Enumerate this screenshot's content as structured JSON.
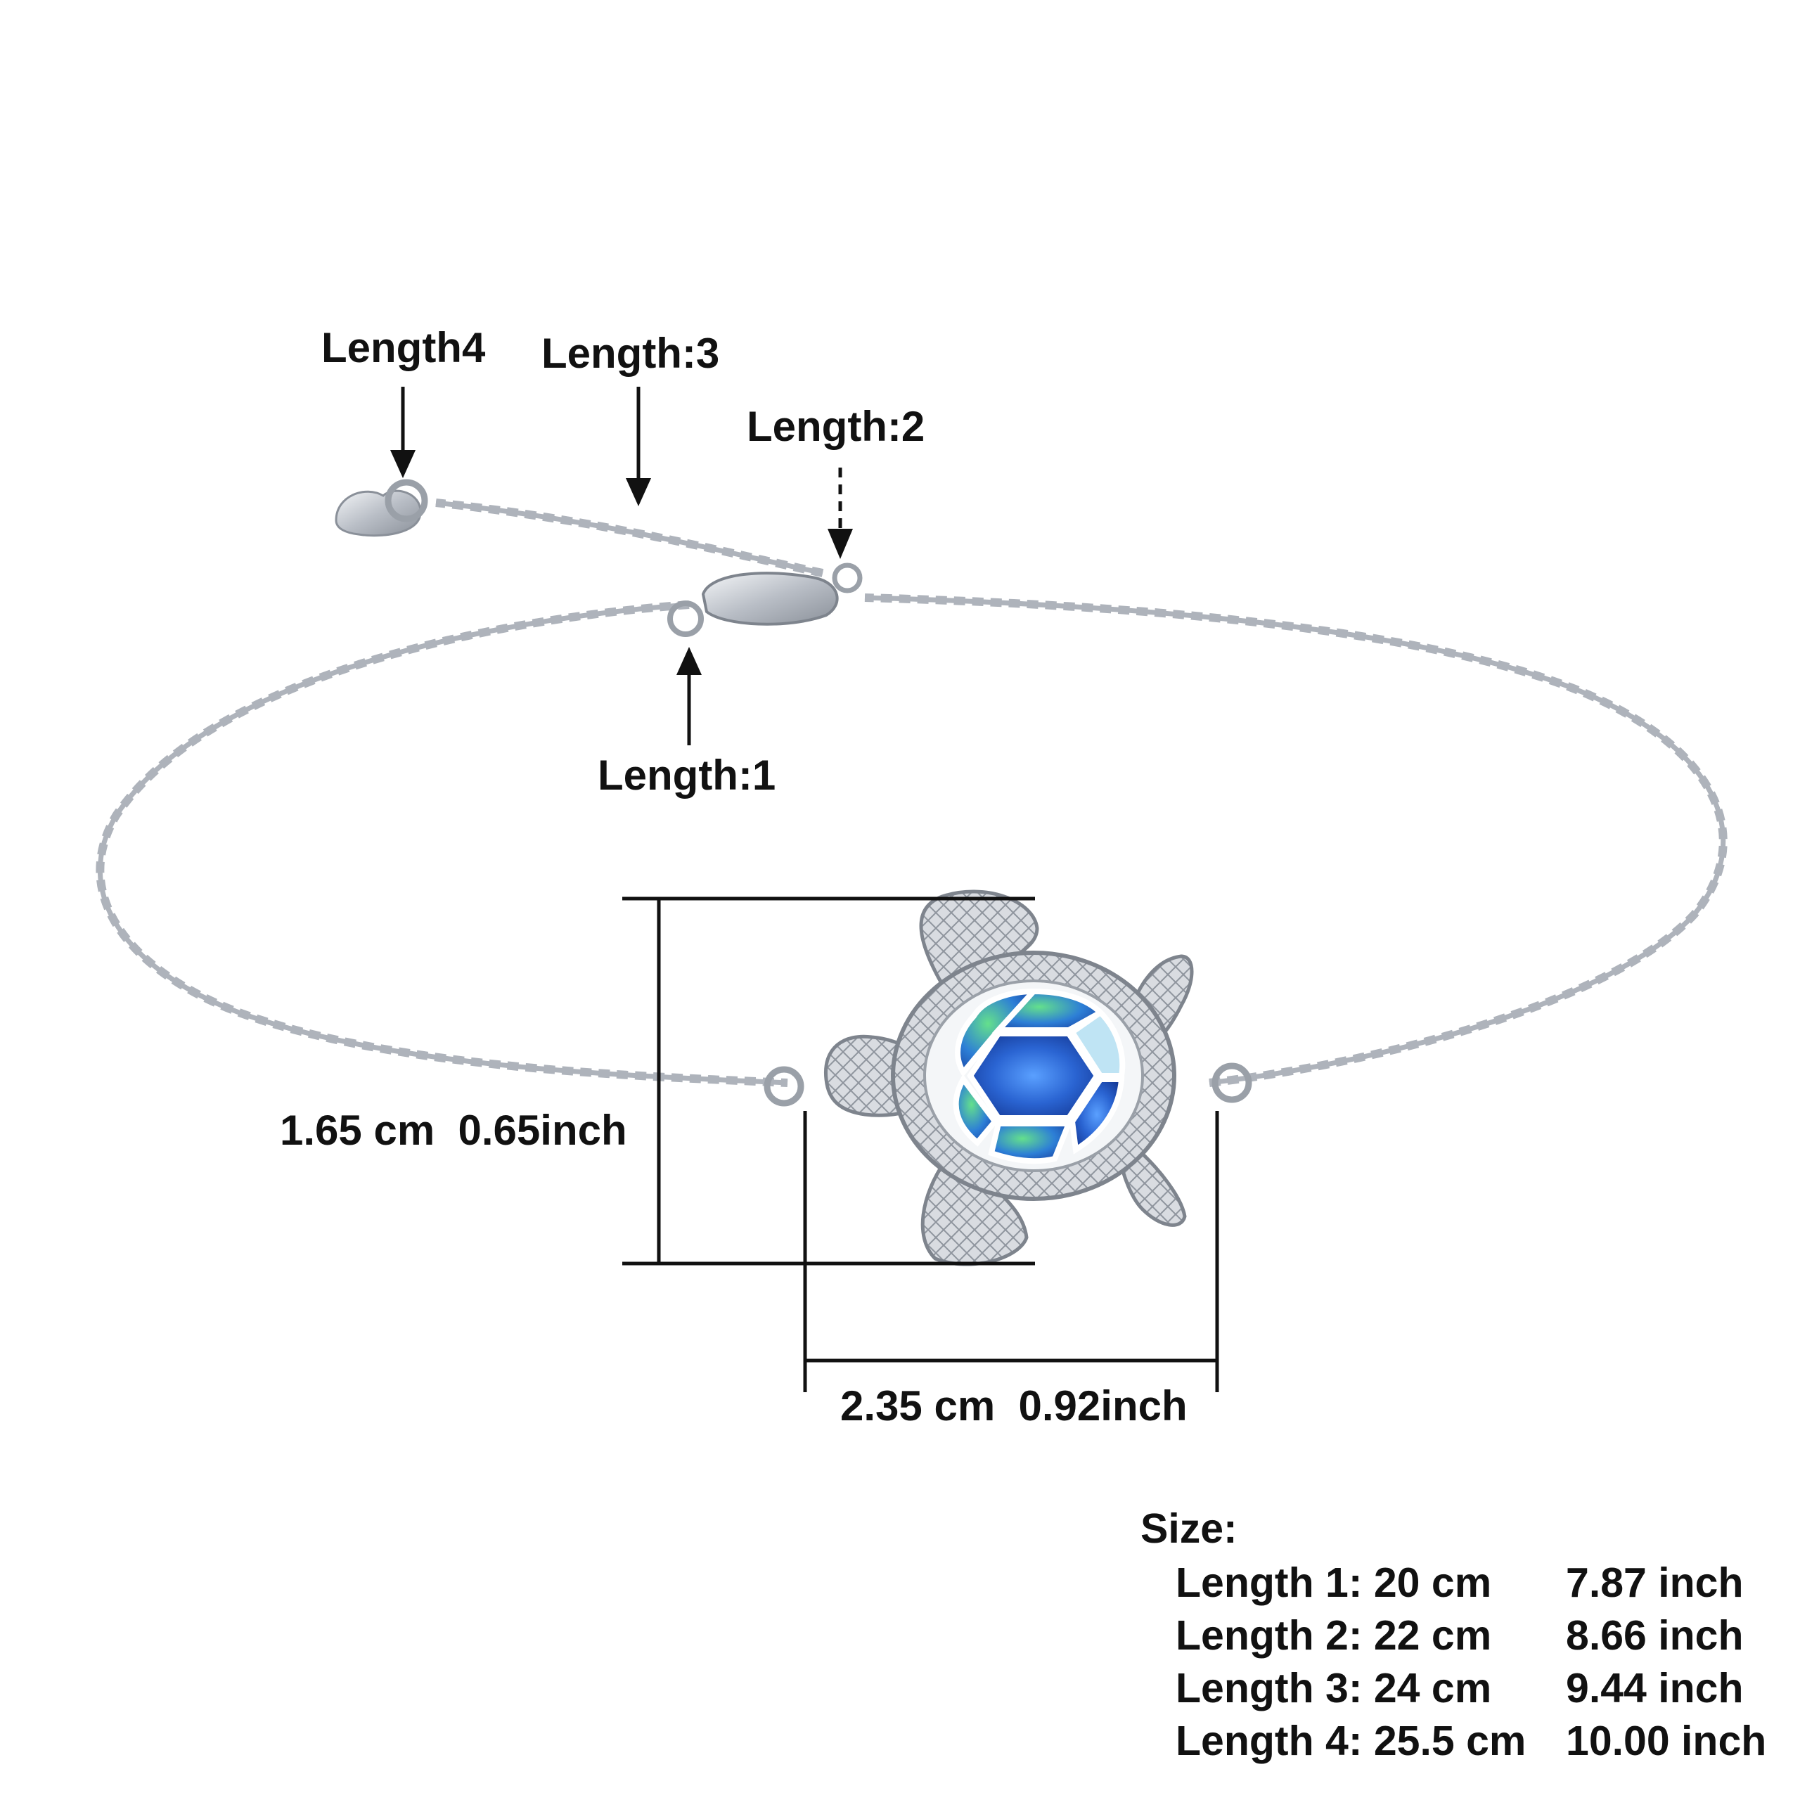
{
  "callouts": {
    "length4": "Length4",
    "length3": "Length:3",
    "length2": "Length:2",
    "length1": "Length:1"
  },
  "dimensions": {
    "height_text": "1.65 cm  0.65inch",
    "width_text": "2.35 cm  0.92inch"
  },
  "size_table": {
    "title": "Size:",
    "rows": [
      {
        "label": "Length 1: 20 cm",
        "inch": "7.87 inch"
      },
      {
        "label": "Length 2: 22 cm",
        "inch": "8.66 inch"
      },
      {
        "label": "Length 3: 24 cm",
        "inch": "9.44 inch"
      },
      {
        "label": "Length 4: 25.5 cm",
        "inch": "10.00 inch"
      }
    ]
  },
  "colors": {
    "background": "#ffffff",
    "silver": "#c9cdd4",
    "opal_blue": "#2a6fd6",
    "opal_green": "#39c56a",
    "text": "#111111"
  }
}
